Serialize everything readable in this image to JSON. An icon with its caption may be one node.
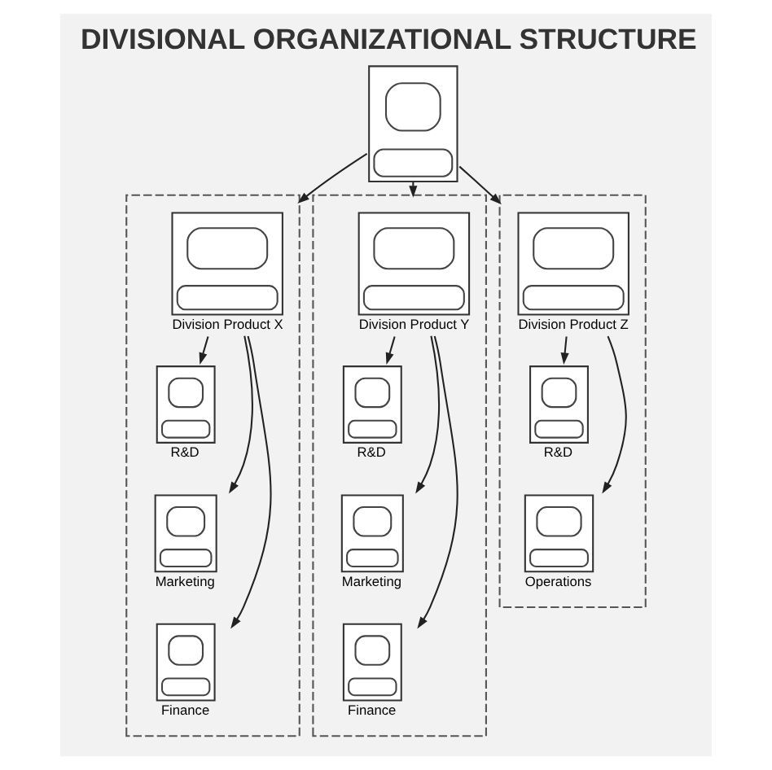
{
  "diagram": {
    "title": "DIVISIONAL ORGANIZATIONAL STRUCTURE",
    "nodes": [
      {
        "text": [],
        "shape": "picture"
      },
      {
        "text": [],
        "shape": "box"
      },
      {
        "text": [
          "Division Product X"
        ],
        "in": 1
      },
      {
        "text": [
          "R&D"
        ],
        "in": 1
      },
      {
        "text": [
          "Marketing"
        ],
        "in": 1
      },
      {
        "text": [
          "Finance"
        ],
        "in": 1
      },
      {
        "text": [],
        "shape": "box"
      },
      {
        "text": [
          "Division Product Y"
        ],
        "in": 6
      },
      {
        "text": [
          "R&D"
        ],
        "in": 6
      },
      {
        "text": [
          "Marketing"
        ],
        "in": 6
      },
      {
        "text": [
          "Finance"
        ],
        "in": 6
      },
      {
        "text": [],
        "shape": "box"
      },
      {
        "text": [
          "Division Product Z"
        ],
        "in": 11
      },
      {
        "text": [
          "R&D"
        ],
        "in": 11
      },
      {
        "text": [
          "Operations"
        ],
        "in": 11
      }
    ],
    "edges": [
      {
        "from": 0,
        "to": 1,
        "arrow": "to"
      },
      {
        "from": 0,
        "to": 6,
        "arrow": "to"
      },
      {
        "from": 0,
        "to": 11,
        "arrow": "to"
      },
      {
        "from": 2,
        "to": 3,
        "arrow": "to"
      },
      {
        "from": 2,
        "to": 4,
        "arrow": "to"
      },
      {
        "from": 2,
        "to": 5,
        "arrow": "to"
      },
      {
        "from": 7,
        "to": 8,
        "arrow": "to"
      },
      {
        "from": 7,
        "to": 9,
        "arrow": "to"
      },
      {
        "from": 7,
        "to": 10,
        "arrow": "to"
      },
      {
        "from": 12,
        "to": 13,
        "arrow": "to"
      },
      {
        "from": 12,
        "to": 14,
        "arrow": "to"
      }
    ]
  }
}
